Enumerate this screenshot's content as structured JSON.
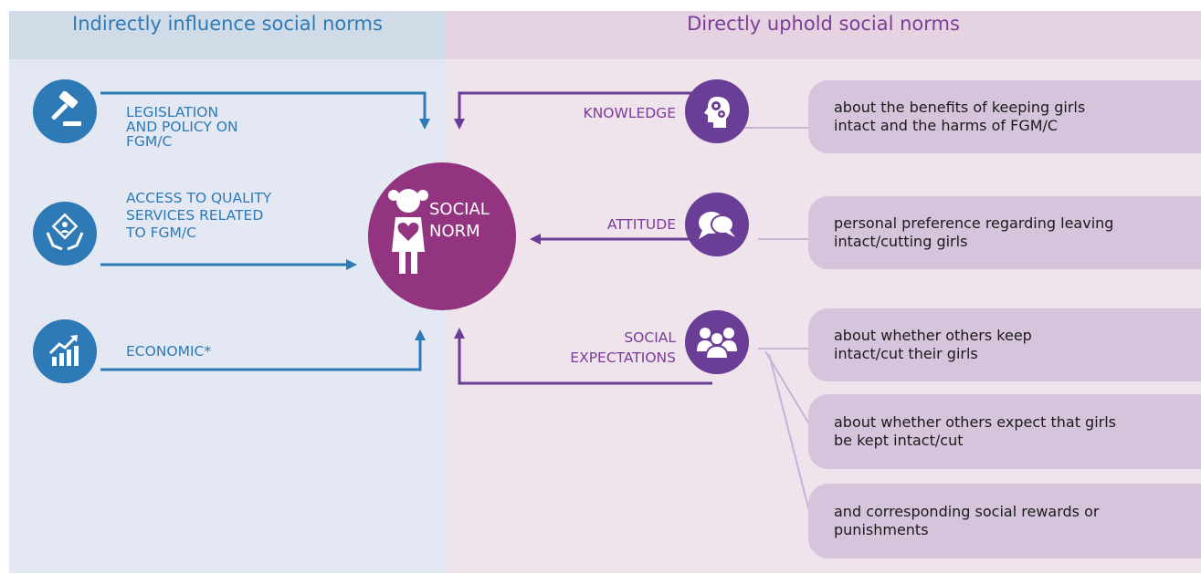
{
  "colors": {
    "blue": "#2e7ab7",
    "purple": "#6a3d96",
    "magenta": "#92347f",
    "pill": "#d6c4dc"
  },
  "left_header": "Indirectly influence social norms",
  "right_header": "Directly uphold social norms",
  "center": {
    "line1": "SOCIAL",
    "line2": "NORM",
    "icon": "girl-holding-heart-icon"
  },
  "indirect_factors": [
    {
      "lines": [
        "LEGISLATION",
        "AND POLICY ON",
        "FGM/C"
      ],
      "icon": "gavel-icon"
    },
    {
      "lines": [
        "ACCESS TO QUALITY",
        "SERVICES RELATED",
        "TO FGM/C"
      ],
      "icon": "hands-service-icon"
    },
    {
      "lines": [
        "ECONOMIC*"
      ],
      "icon": "growth-chart-icon"
    }
  ],
  "direct_factors": [
    {
      "lines": [
        "KNOWLEDGE"
      ],
      "icon": "head-gears-icon"
    },
    {
      "lines": [
        "ATTITUDE"
      ],
      "icon": "speech-bubbles-icon"
    },
    {
      "lines": [
        "SOCIAL",
        "EXPECTATIONS"
      ],
      "icon": "people-group-icon"
    }
  ],
  "descriptions": [
    {
      "line1": "about the benefits of keeping girls",
      "line2": "intact and the harms of FGM/C"
    },
    {
      "line1": "personal preference regarding leaving",
      "line2": "intact/cutting girls"
    },
    {
      "line1": "about whether others keep",
      "line2": "intact/cut their girls"
    },
    {
      "line1": "about whether others expect that girls",
      "line2": "be kept intact/cut"
    },
    {
      "line1": "and corresponding social rewards or",
      "line2": "punishments"
    }
  ]
}
